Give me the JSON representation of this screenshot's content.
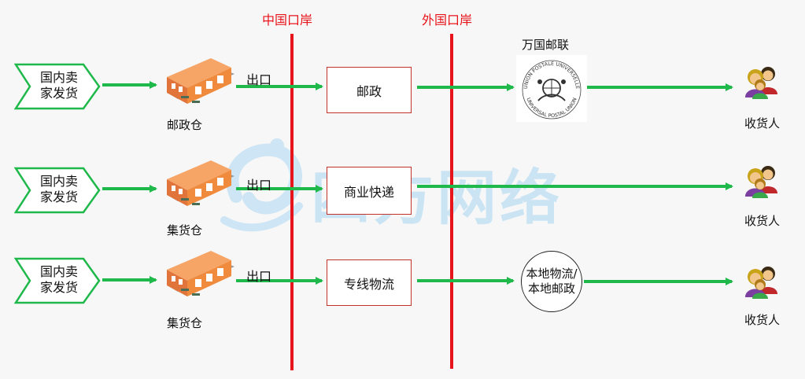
{
  "borders": {
    "china": "中国口岸",
    "foreign": "外国口岸"
  },
  "rows": [
    {
      "seller": [
        "国内卖",
        "家发货"
      ],
      "warehouse": "邮政仓",
      "export": "出口",
      "channel": "邮政",
      "intermediary_title": "万国邮联",
      "receiver": "收货人"
    },
    {
      "seller": [
        "国内卖",
        "家发货"
      ],
      "warehouse": "集货仓",
      "export": "出口",
      "channel": "商业快递",
      "receiver": "收货人"
    },
    {
      "seller": [
        "国内卖",
        "家发货"
      ],
      "warehouse": "集货仓",
      "export": "出口",
      "channel": "专线物流",
      "intermediary": [
        "本地物流/",
        "本地邮政"
      ],
      "receiver": "收货人"
    }
  ],
  "upu_seal_text": {
    "top": "UNION POSTALE UNIVERSELLE",
    "bottom": "UNIVERSAL POSTAL UNION"
  },
  "watermark": "四方网络",
  "colors": {
    "border_line": "#e8141b",
    "arrow": "#1fb84a",
    "chevron_stroke": "#1fb84a",
    "box_border": "#c0322a",
    "warehouse": "#f08a3c",
    "watermark": "#bfe0f4"
  }
}
